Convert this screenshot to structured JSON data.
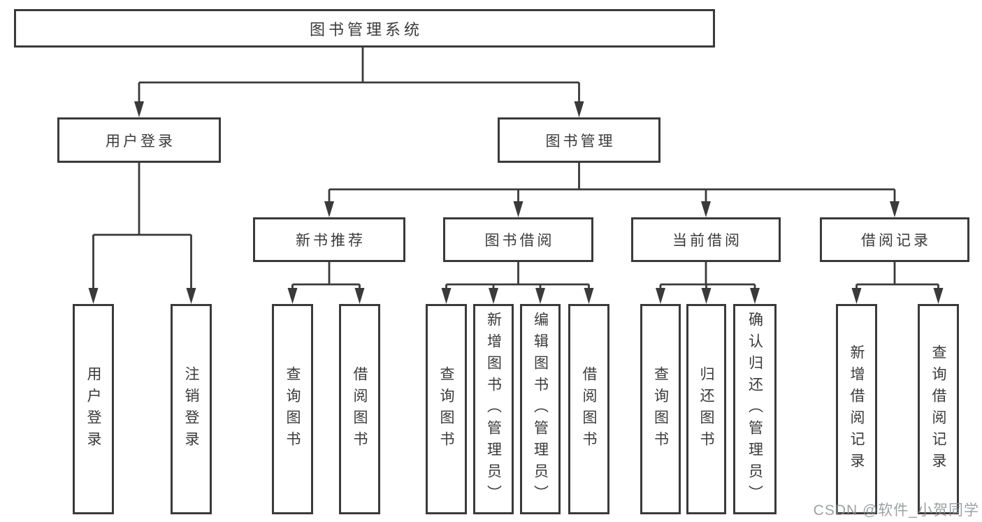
{
  "diagram": {
    "title": "图书管理系统",
    "colors": {
      "line": "#3a3a3a",
      "box_border": "#3a3a3a",
      "box_background": "#ffffff",
      "text": "#3a3a3a",
      "watermark": "#8c9094"
    },
    "root": {
      "label": "图书管理系统"
    },
    "level2": {
      "user_login": {
        "label": "用户登录"
      },
      "book_mgmt": {
        "label": "图书管理"
      }
    },
    "level3": {
      "new_rec": {
        "label": "新书推荐"
      },
      "book_borrow": {
        "label": "图书借阅"
      },
      "current_borrow": {
        "label": "当前借阅"
      },
      "borrow_record": {
        "label": "借阅记录"
      }
    },
    "leaves": {
      "u1": {
        "label": "用户登录"
      },
      "u2": {
        "label": "注销登录"
      },
      "n1": {
        "label": "查询图书"
      },
      "n2": {
        "label": "借阅图书"
      },
      "b1": {
        "label": "查询图书"
      },
      "b2": {
        "label": "新增图书（管理员）"
      },
      "b3": {
        "label": "编辑图书（管理员）"
      },
      "b4": {
        "label": "借阅图书"
      },
      "c1": {
        "label": "查询图书"
      },
      "c2": {
        "label": "归还图书"
      },
      "c3": {
        "label": "确认归还（管理员）"
      },
      "r1": {
        "label": "新增借阅记录"
      },
      "r2": {
        "label": "查询借阅记录"
      }
    },
    "watermark": "CSDN @软件_小贺同学"
  }
}
